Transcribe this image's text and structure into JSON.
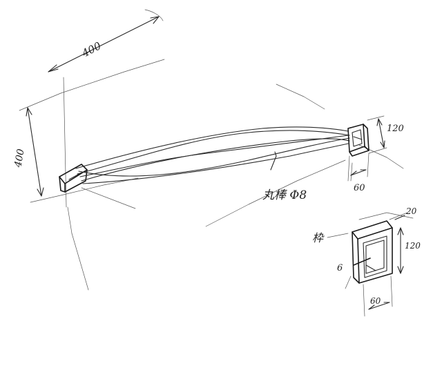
{
  "dimensions": {
    "span": "400",
    "height": "400",
    "end_width": "60",
    "end_height": "120",
    "end_depth": "20",
    "detail_width": "60",
    "detail_height": "120",
    "detail_depth": "20",
    "wall": "6"
  },
  "labels": {
    "rod": "丸棒 Φ8",
    "frame": "枠"
  },
  "colors": {
    "ink": "#222222",
    "paper": "#ffffff"
  }
}
